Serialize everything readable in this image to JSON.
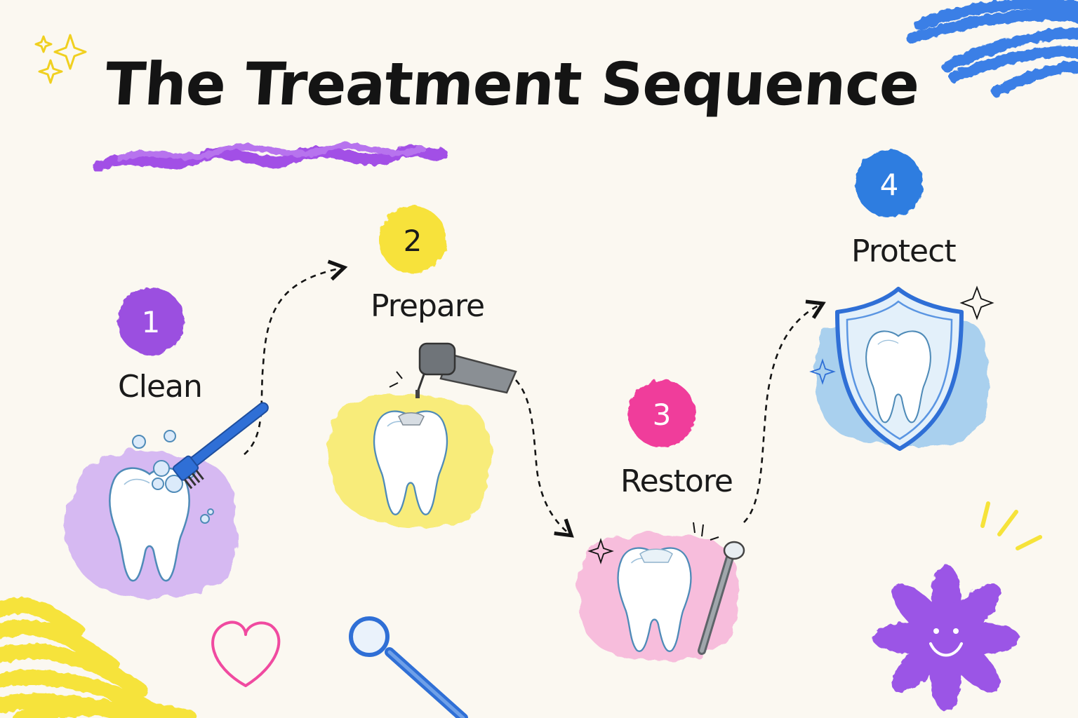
{
  "title": "The Treatment Sequence",
  "steps": [
    {
      "number": "1",
      "label": "Clean",
      "color": "#9b4fe0",
      "wash": "#d6b9f2"
    },
    {
      "number": "2",
      "label": "Prepare",
      "color": "#f7e23b",
      "wash": "#f8ec7a"
    },
    {
      "number": "3",
      "label": "Restore",
      "color": "#f03d9b",
      "wash": "#f7bddc"
    },
    {
      "number": "4",
      "label": "Protect",
      "color": "#2f7de0",
      "wash": "#a9d0ee"
    }
  ],
  "colors": {
    "background": "#fbf8f1",
    "ink": "#141414",
    "underline": "#a24fe6",
    "tooth_outline": "#4f8bb8",
    "brush_blue": "#2f6fd6",
    "shield_blue": "#2f6fd6",
    "yellow_scribble": "#f6e33a",
    "blue_scribble": "#3a7fe6",
    "heart": "#f04aa0",
    "flower": "#9b55e6"
  },
  "icons": [
    "sparkle-icon",
    "toothbrush-icon",
    "dental-drill-icon",
    "dental-mirror-icon",
    "shield-icon",
    "heart-icon",
    "smiley-flower-icon"
  ]
}
